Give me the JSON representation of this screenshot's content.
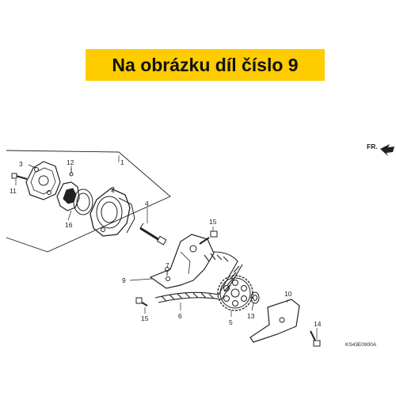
{
  "banner": {
    "text": "Na obrázku díl číslo 9",
    "background": "#ffcc00"
  },
  "parts": {
    "p1": "1",
    "p2": "2",
    "p3": "3",
    "p4": "4",
    "p5": "5",
    "p6": "6",
    "p7": "7",
    "p9": "9",
    "p10": "10",
    "p11": "11",
    "p12": "12",
    "p13": "13",
    "p14": "14",
    "p15a": "15",
    "p15b": "15",
    "p16": "16"
  },
  "direction_label": "FR.",
  "diagram_code": "KS43E0900A"
}
